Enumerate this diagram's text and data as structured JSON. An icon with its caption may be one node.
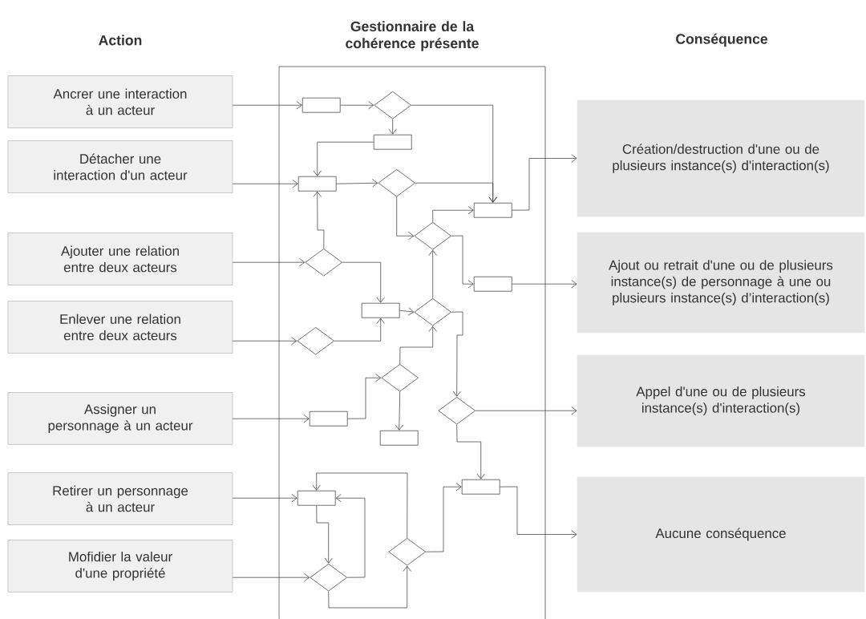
{
  "diagram": {
    "nodes": [
      {
        "text": [
          "Ancrer une interaction à un acteur"
        ]
      },
      {
        "text": [
          "Détacher une interaction d'un acteur"
        ]
      },
      {
        "text": [
          "Ajouter une relation entre deux acteurs"
        ]
      },
      {
        "text": [
          "Enlever une relation entre deux acteurs"
        ]
      },
      {
        "text": [
          "Assigner un personnage à un acteur"
        ]
      },
      {
        "text": [
          "Retirer un personnage à un acteur"
        ]
      },
      {
        "text": [
          "Mofidier la valeur d'une propriété"
        ]
      },
      {
        "text": [
          "Gestionnaire de la cohérence présente"
        ]
      },
      {
        "text": [],
        "shape": "box",
        "in": 7
      },
      {
        "text": [],
        "shape": "diamond",
        "in": 7
      },
      {
        "text": [],
        "shape": "box",
        "in": 7
      },
      {
        "text": [],
        "shape": "box",
        "in": 7
      },
      {
        "text": [],
        "shape": "diamond",
        "in": 7
      },
      {
        "text": [],
        "shape": "box",
        "in": 7
      },
      {
        "text": [],
        "shape": "diamond",
        "in": 7
      },
      {
        "text": [],
        "shape": "diamond",
        "in": 7
      },
      {
        "text": [],
        "shape": "box",
        "in": 7
      },
      {
        "text": [],
        "shape": "box",
        "in": 7
      },
      {
        "text": [],
        "shape": "diamond",
        "in": 7
      },
      {
        "text": [],
        "shape": "diamond",
        "in": 7
      },
      {
        "text": [],
        "shape": "diamond",
        "in": 7
      },
      {
        "text": [],
        "shape": "diamond",
        "in": 7
      },
      {
        "text": [],
        "shape": "box",
        "in": 7
      },
      {
        "text": [],
        "shape": "box",
        "in": 7
      },
      {
        "text": [],
        "shape": "box",
        "in": 7
      },
      {
        "text": [],
        "shape": "box",
        "in": 7
      },
      {
        "text": [],
        "shape": "diamond",
        "in": 7
      },
      {
        "text": [],
        "shape": "diamond",
        "in": 7
      },
      {
        "text": [
          "Création/destruction d'une ou de plusieurs instance(s) d'interaction(s)"
        ]
      },
      {
        "text": [
          "Ajout ou retrait d'une ou de plusieurs instance(s) de personnage à une ou plusieurs instance(s) d’interaction(s)"
        ]
      },
      {
        "text": [
          "Appel d'une ou de plusieurs instance(s) d'interaction(s)"
        ]
      },
      {
        "text": [
          "Aucune conséquence"
        ]
      }
    ],
    "edges": [
      {
        "from": 0,
        "to": 8,
        "arrow": "to"
      },
      {
        "from": 8,
        "to": 9,
        "arrow": "to"
      },
      {
        "from": 9,
        "to": 10,
        "arrow": "to"
      },
      {
        "from": 9,
        "to": 13,
        "arrow": "to"
      },
      {
        "from": 10,
        "to": 11,
        "arrow": "to"
      },
      {
        "from": 1,
        "to": 11,
        "arrow": "to"
      },
      {
        "from": 11,
        "to": 12,
        "arrow": "to"
      },
      {
        "from": 12,
        "to": 13,
        "arrow": "to"
      },
      {
        "from": 12,
        "to": 14,
        "arrow": "to"
      },
      {
        "from": 14,
        "to": 13,
        "arrow": "to"
      },
      {
        "from": 13,
        "to": 28,
        "arrow": "to"
      },
      {
        "from": 14,
        "to": 16,
        "arrow": "to"
      },
      {
        "from": 16,
        "to": 29,
        "arrow": "to"
      },
      {
        "from": 2,
        "to": 15,
        "arrow": "to"
      },
      {
        "from": 15,
        "to": 11,
        "arrow": "to"
      },
      {
        "from": 15,
        "to": 17,
        "arrow": "to"
      },
      {
        "from": 3,
        "to": 19,
        "arrow": "to"
      },
      {
        "from": 19,
        "to": 17,
        "arrow": "to"
      },
      {
        "from": 17,
        "to": 18,
        "arrow": "to"
      },
      {
        "from": 18,
        "to": 14,
        "arrow": "to"
      },
      {
        "from": 20,
        "to": 18,
        "arrow": "to"
      },
      {
        "from": 18,
        "to": 21,
        "arrow": "to"
      },
      {
        "from": 4,
        "to": 22,
        "arrow": "to"
      },
      {
        "from": 22,
        "to": 20,
        "arrow": "to"
      },
      {
        "from": 20,
        "to": 23,
        "arrow": "to"
      },
      {
        "from": 21,
        "to": 30,
        "arrow": "to"
      },
      {
        "from": 21,
        "to": 24,
        "arrow": "to"
      },
      {
        "from": 24,
        "to": 31,
        "arrow": "to"
      },
      {
        "from": 5,
        "to": 25,
        "arrow": "to"
      },
      {
        "from": 25,
        "to": 27,
        "arrow": "to"
      },
      {
        "from": 6,
        "to": 27,
        "arrow": "to"
      },
      {
        "from": 27,
        "to": 25,
        "arrow": "to"
      },
      {
        "from": 27,
        "to": 26,
        "arrow": "to"
      },
      {
        "from": 26,
        "to": 25,
        "arrow": "to"
      },
      {
        "from": 26,
        "to": 24,
        "arrow": "to"
      }
    ],
    "labels": [
      "Action",
      "Conséquence"
    ]
  }
}
